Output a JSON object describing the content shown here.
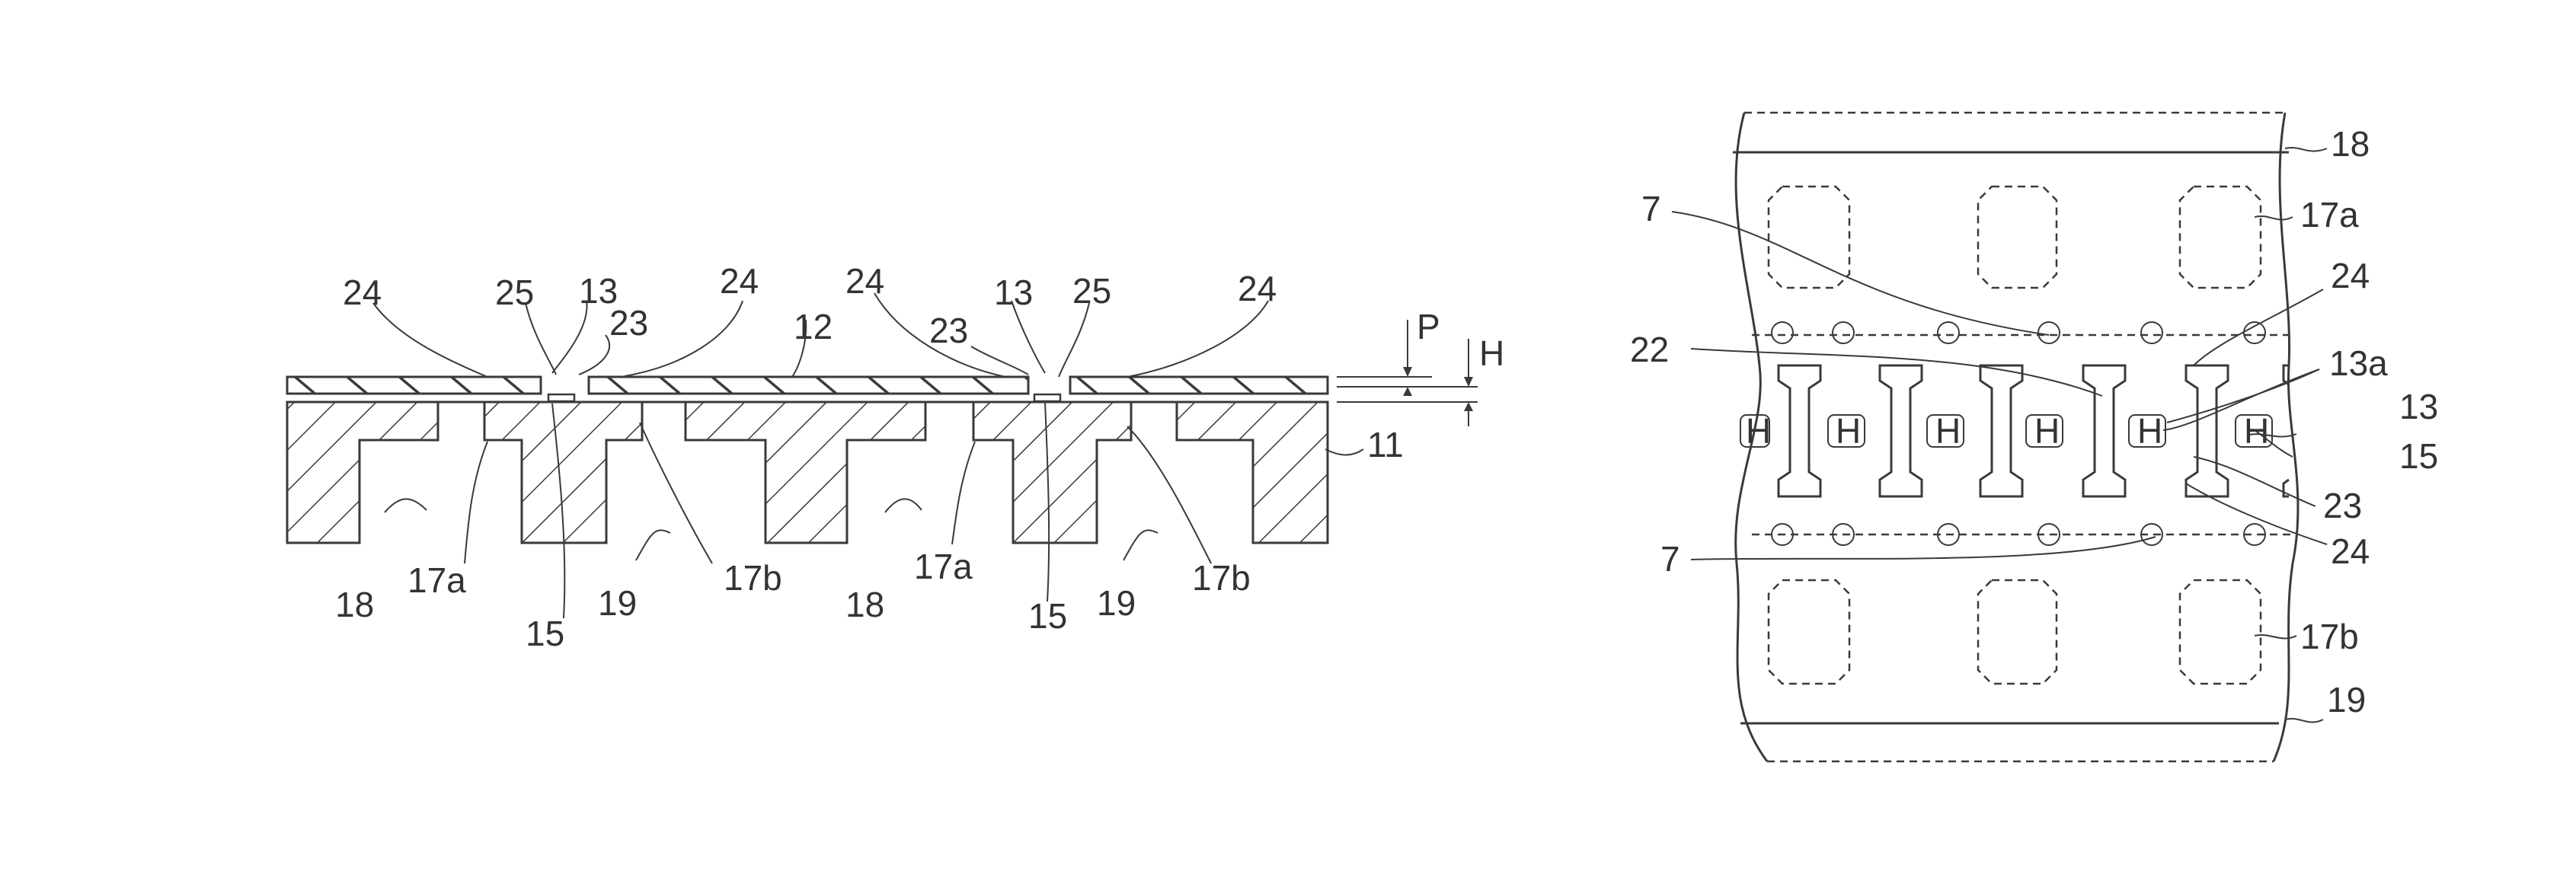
{
  "left_figure": {
    "labels": {
      "l24a": "24",
      "l25a": "25",
      "l13a": "13",
      "l23a": "23",
      "l24b": "24",
      "l12": "12",
      "l24c": "24",
      "l23b": "23",
      "l13b": "13",
      "l25b": "25",
      "l24d": "24",
      "lP": "P",
      "lH": "H",
      "l11": "11",
      "l18a": "18",
      "l17aa": "17a",
      "l15a": "15",
      "l19a": "19",
      "l17ba": "17b",
      "l18b": "18",
      "l17ab": "17a",
      "l15b": "15",
      "l19b": "19",
      "l17bb": "17b"
    }
  },
  "right_figure": {
    "chip_glyph": "H",
    "labels": {
      "r18": "18",
      "r17a": "17a",
      "r7a": "7",
      "r24a": "24",
      "r22": "22",
      "r13a": "13a",
      "r13": "13",
      "r15": "15",
      "r23": "23",
      "r24b": "24",
      "r7b": "7",
      "r17b": "17b",
      "r19": "19"
    }
  }
}
